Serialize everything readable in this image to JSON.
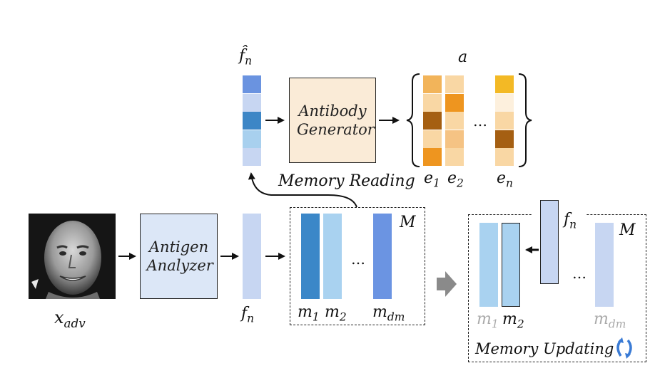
{
  "labels": {
    "f_hat": "f̂",
    "f_hat_sub": "n",
    "a": "a",
    "e1": "e",
    "e1_sub": "1",
    "e2": "e",
    "e2_sub": "2",
    "en": "e",
    "en_sub": "n",
    "ellipsis": "…",
    "x_adv": "x",
    "x_adv_sub": "adv",
    "f_n": "f",
    "f_n_sub": "n",
    "m1": "m",
    "m1_sub": "1",
    "m2": "m",
    "m2_sub": "2",
    "mdm": "m",
    "mdm_sub": "dm",
    "M": "M"
  },
  "boxes": {
    "antibody_generator": "Antibody Generator",
    "antigen_analyzer": "Antigen Analyzer"
  },
  "captions": {
    "memory_reading": "Memory Reading",
    "memory_updating": "Memory Updating"
  },
  "colors": {
    "f_hat_cells": [
      "#6a93e0",
      "#c7d6f2",
      "#3d86c6",
      "#a8d0ee",
      "#c7d6f2"
    ],
    "e1_cells": [
      "#f2b45a",
      "#f9d7a4",
      "#a55f12",
      "#f9d7a4",
      "#ee951f"
    ],
    "e2_cells": [
      "#f9d7a4",
      "#ee951f",
      "#f9d7a4",
      "#f5c384",
      "#f9d7a4"
    ],
    "en_cells": [
      "#f3b925",
      "#fdf0dd",
      "#f9d7a4",
      "#a55f12",
      "#f9d7a4"
    ],
    "antibody_fill": "#faebd7",
    "antigen_fill": "#dce7f7"
  }
}
